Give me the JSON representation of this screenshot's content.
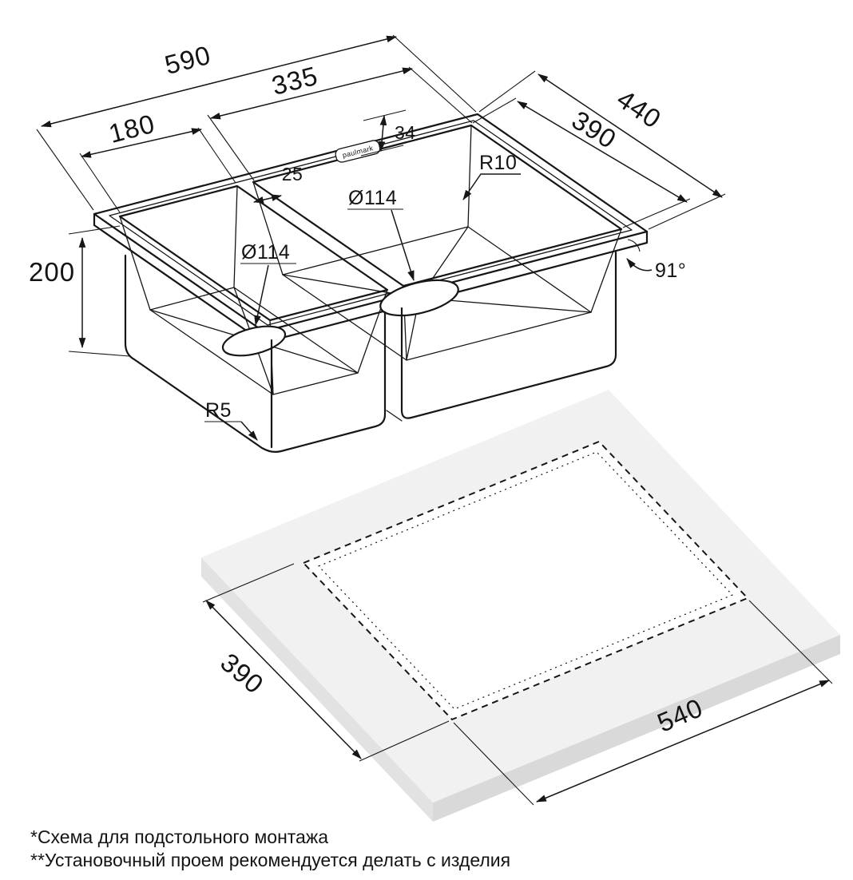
{
  "drawing": {
    "subject": "double-bowl kitchen sink installation diagram",
    "brand_badge": "paulmark",
    "dimensions": {
      "overall_width": "590",
      "right_bowl_width": "335",
      "left_bowl_width": "180",
      "overall_depth": "440",
      "bowl_inner_depth": "390",
      "rim_offset": "34",
      "divider_width": "25",
      "bowl_corner_radius": "R10",
      "drain_diameter_right": "Ø114",
      "drain_diameter_left": "Ø114",
      "sink_height": "200",
      "wall_angle": "91°",
      "bottom_corner_radius": "R5"
    }
  },
  "cutout": {
    "depth": "390",
    "width": "540"
  },
  "footnotes": [
    "*Схема для подстольного монтажа",
    "**Установочный проем рекомендуется делать с изделия"
  ],
  "colors": {
    "line": "#161616",
    "slab_top": "#f1f1f1",
    "slab_side_left": "#e2e2e2",
    "slab_side_front": "#d9d9d9",
    "background": "#ffffff"
  }
}
